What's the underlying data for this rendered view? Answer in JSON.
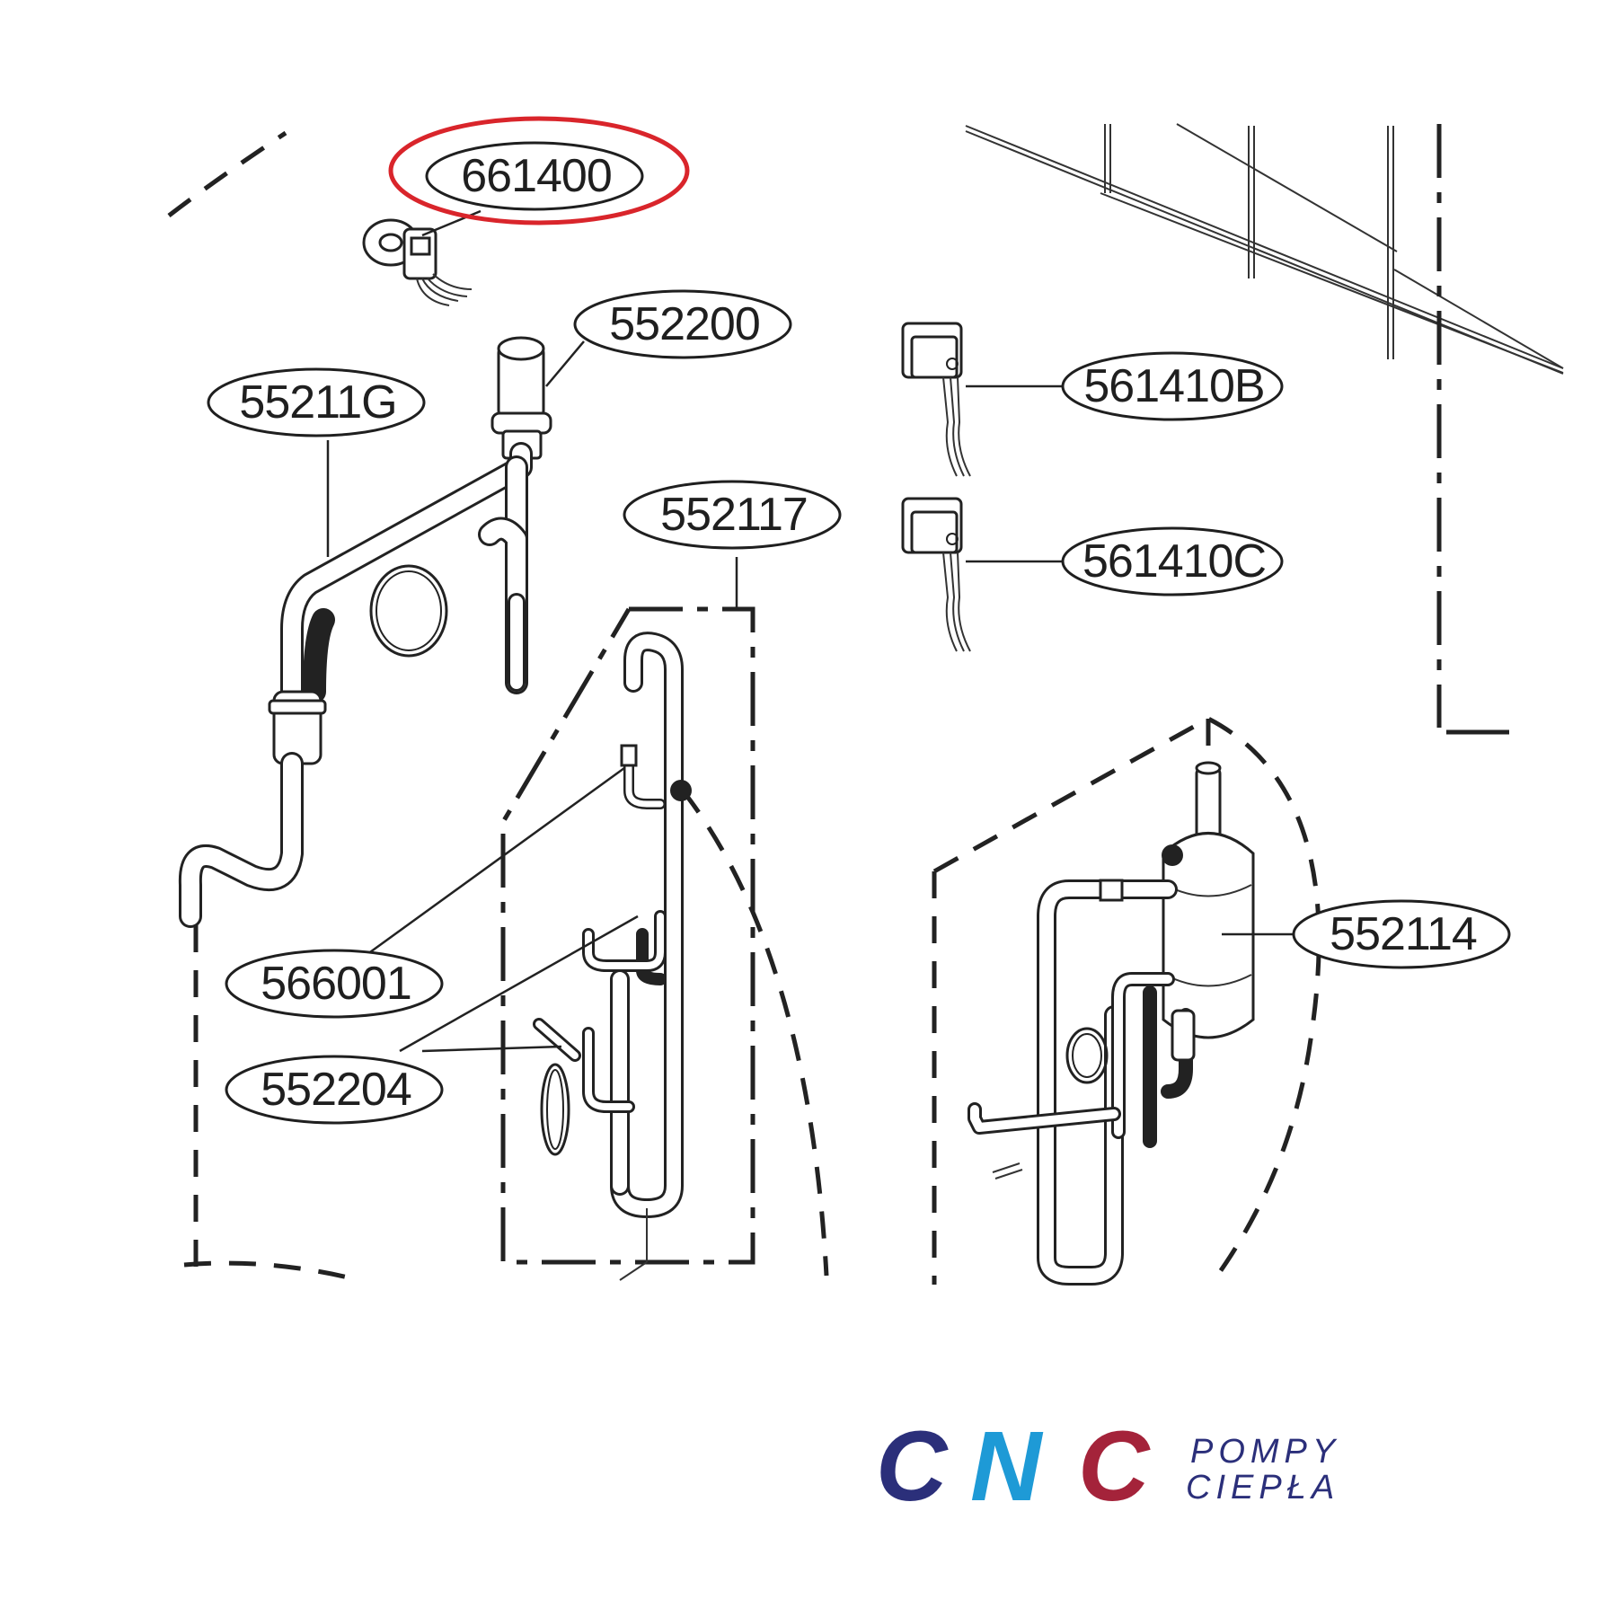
{
  "labels": {
    "p661400": "661400",
    "p552200": "552200",
    "p55211G": "55211G",
    "p561410B": "561410B",
    "p561410C": "561410C",
    "p552117": "552117",
    "p566001": "566001",
    "p552204": "552204",
    "p552114": "552114"
  },
  "highlight": {
    "part": "661400",
    "color": "#d9252b"
  },
  "logo": {
    "c1": "C",
    "n": "N",
    "c2": "C",
    "line1": "POMPY",
    "line2": "CIEPŁA",
    "colors": {
      "c1": "#2b2f7a",
      "n": "#1e9ad6",
      "c2": "#a4233a"
    }
  }
}
